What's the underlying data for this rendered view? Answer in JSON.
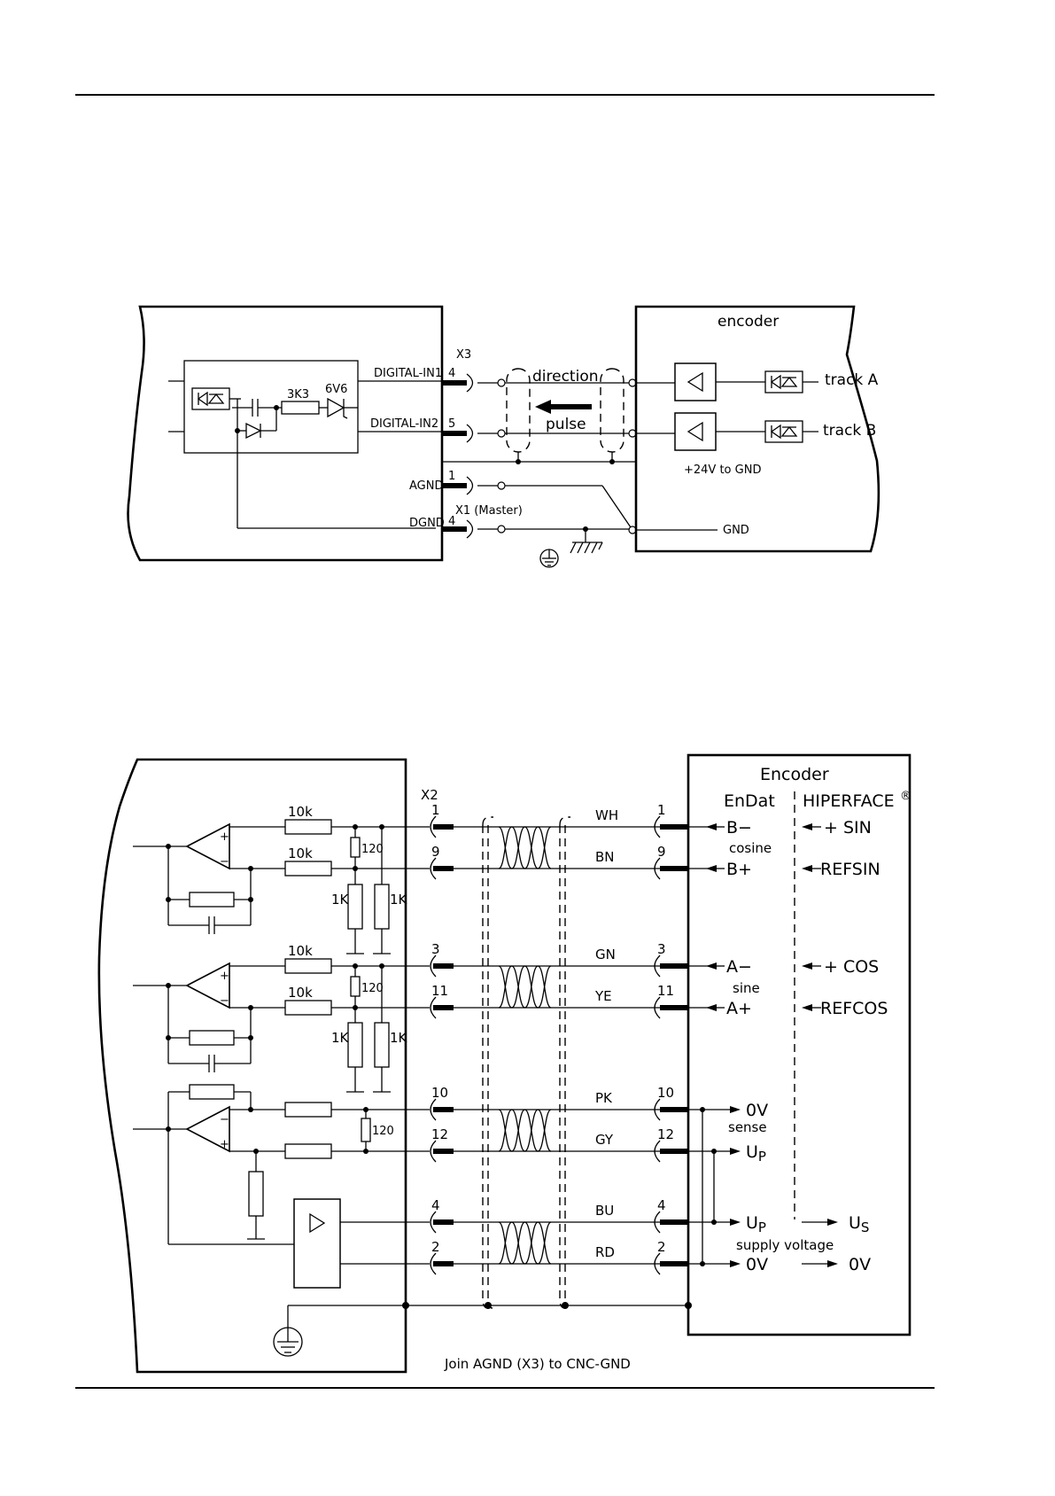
{
  "diagram1": {
    "encoder_title": "encoder",
    "x3_label": "X3",
    "x1_label": "X1 (Master)",
    "digital_in1": "DIGITAL-IN1",
    "digital_in2": "DIGITAL-IN2",
    "agnd": "AGND",
    "dgnd": "DGND",
    "pin4": "4",
    "pin5": "5",
    "pin1": "1",
    "pin4b": "4",
    "direction": "direction",
    "pulse": "pulse",
    "track_a": "track  A",
    "track_b": "track  B",
    "supply": "+24V   to  GND",
    "gnd": "GND",
    "r3k3": "3K3",
    "z6v6": "6V6"
  },
  "diagram2": {
    "x2_label": "X2",
    "encoder_title": "Encoder",
    "endat": "EnDat",
    "hiperface": "HIPERFACE",
    "registered": "®",
    "r10k": "10k",
    "r120": "120",
    "r1k": "1K",
    "cosine": "cosine",
    "sine": "sine",
    "sense": "sense",
    "supply_voltage": "supply  voltage",
    "join_note": "Join  AGND  (X3)  to  CNC-GND",
    "channels": [
      {
        "pin": "1",
        "color": "WH",
        "endat": "B−",
        "hiper": "+  SIN"
      },
      {
        "pin": "9",
        "color": "BN",
        "endat": "B+",
        "hiper": "REFSIN"
      },
      {
        "pin": "3",
        "color": "GN",
        "endat": "A−",
        "hiper": "+  COS"
      },
      {
        "pin": "11",
        "color": "YE",
        "endat": "A+",
        "hiper": "REFCOS"
      },
      {
        "pin": "10",
        "color": "PK",
        "endat": "0V",
        "hiper": ""
      },
      {
        "pin": "12",
        "color": "GY",
        "endat": "U",
        "endat_sub": "P",
        "hiper": ""
      },
      {
        "pin": "4",
        "color": "BU",
        "endat": "U",
        "endat_sub": "P",
        "hiper": "U",
        "hiper_sub": "S"
      },
      {
        "pin": "2",
        "color": "RD",
        "endat": "0V",
        "hiper": "0V"
      }
    ]
  }
}
